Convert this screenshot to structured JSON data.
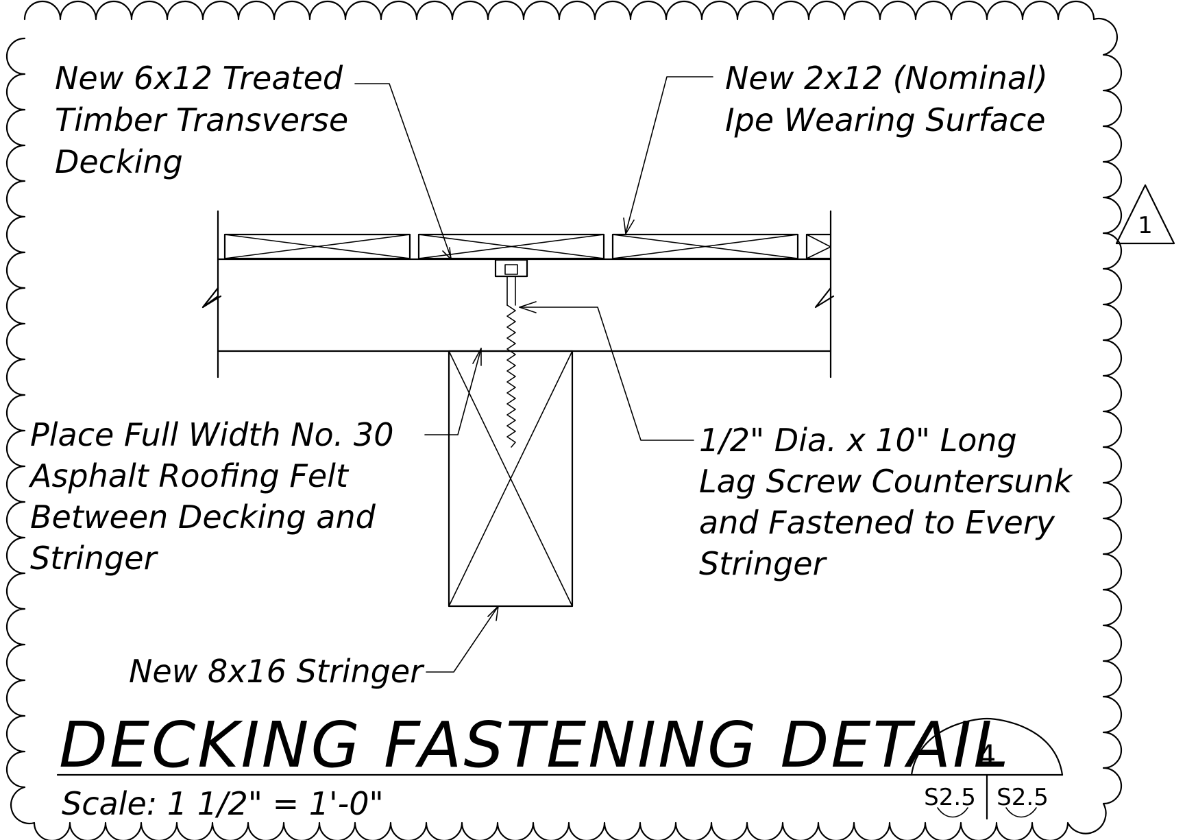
{
  "labels": {
    "treated_decking": [
      "New 6x12 Treated",
      "Timber Transverse",
      "Decking"
    ],
    "wearing_surface": [
      "New 2x12 (Nominal)",
      "Ipe Wearing Surface"
    ],
    "roofing_felt": [
      "Place Full Width No. 30",
      "Asphalt Roofing Felt",
      "Between Decking and",
      "Stringer"
    ],
    "lag_screw": [
      "1/2\" Dia. x 10\" Long",
      "Lag Screw Countersunk",
      "and Fastened to Every",
      "Stringer"
    ],
    "stringer": "New 8x16 Stringer"
  },
  "title": "DECKING FASTENING DETAIL",
  "scale": "Scale:  1 1/2\" = 1'-0\"",
  "section_marker": {
    "number": "4",
    "sheet_left": "S2.5",
    "sheet_right": "S2.5"
  },
  "revision": "1"
}
